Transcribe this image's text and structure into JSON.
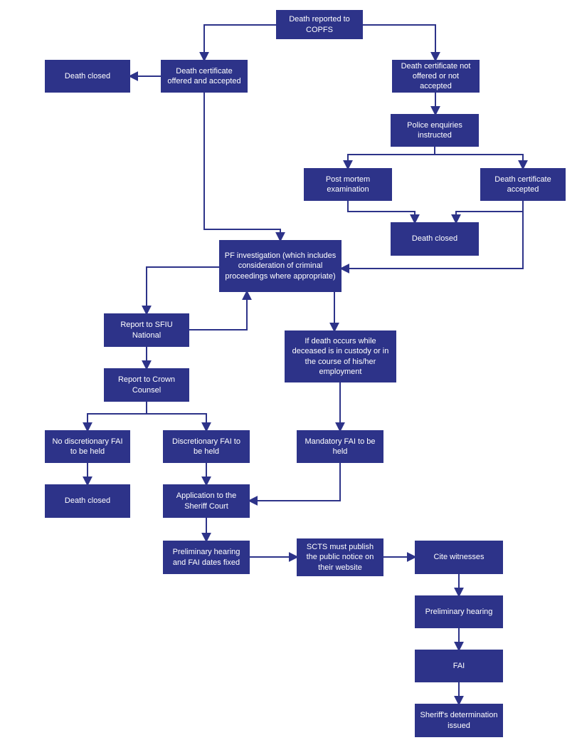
{
  "diagram": {
    "colors": {
      "node": "#2d3389",
      "line": "#2d3389",
      "text": "#ffffff",
      "background": "#ffffff"
    },
    "nodes": {
      "death_reported": {
        "label": "Death reported to COPFS"
      },
      "cert_offered": {
        "label": "Death certificate offered and accepted"
      },
      "death_closed_top": {
        "label": "Death closed"
      },
      "cert_not_offered": {
        "label": "Death certificate not offered or not accepted"
      },
      "police_enquiries": {
        "label": "Police enquiries instructed"
      },
      "post_mortem": {
        "label": "Post mortem examination"
      },
      "cert_accepted": {
        "label": "Death certificate accepted"
      },
      "death_closed_mid": {
        "label": "Death closed"
      },
      "pf_investigation": {
        "label": "PF investigation (which includes consideration of criminal proceedings where appropriate)"
      },
      "report_sfiu": {
        "label": "Report to SFIU National"
      },
      "report_crown": {
        "label": "Report to Crown Counsel"
      },
      "death_custody": {
        "label": "If death occurs while deceased is in custody or in the course of his/her employment"
      },
      "no_discretionary_fai": {
        "label": "No discretionary FAI to be held"
      },
      "discretionary_fai": {
        "label": "Discretionary FAI to be held"
      },
      "mandatory_fai": {
        "label": "Mandatory FAI to be held"
      },
      "death_closed_bottom": {
        "label": "Death closed"
      },
      "application_sheriff": {
        "label": "Application to the Sheriff Court"
      },
      "prelim_dates": {
        "label": "Preliminary hearing and FAI dates fixed"
      },
      "scts_publish": {
        "label": "SCTS must publish the public notice on their website"
      },
      "cite_witnesses": {
        "label": "Cite witnesses"
      },
      "prelim_hearing": {
        "label": "Preliminary hearing"
      },
      "fai": {
        "label": "FAI"
      },
      "sheriff_determination": {
        "label": "Sheriff's determination issued"
      }
    }
  }
}
